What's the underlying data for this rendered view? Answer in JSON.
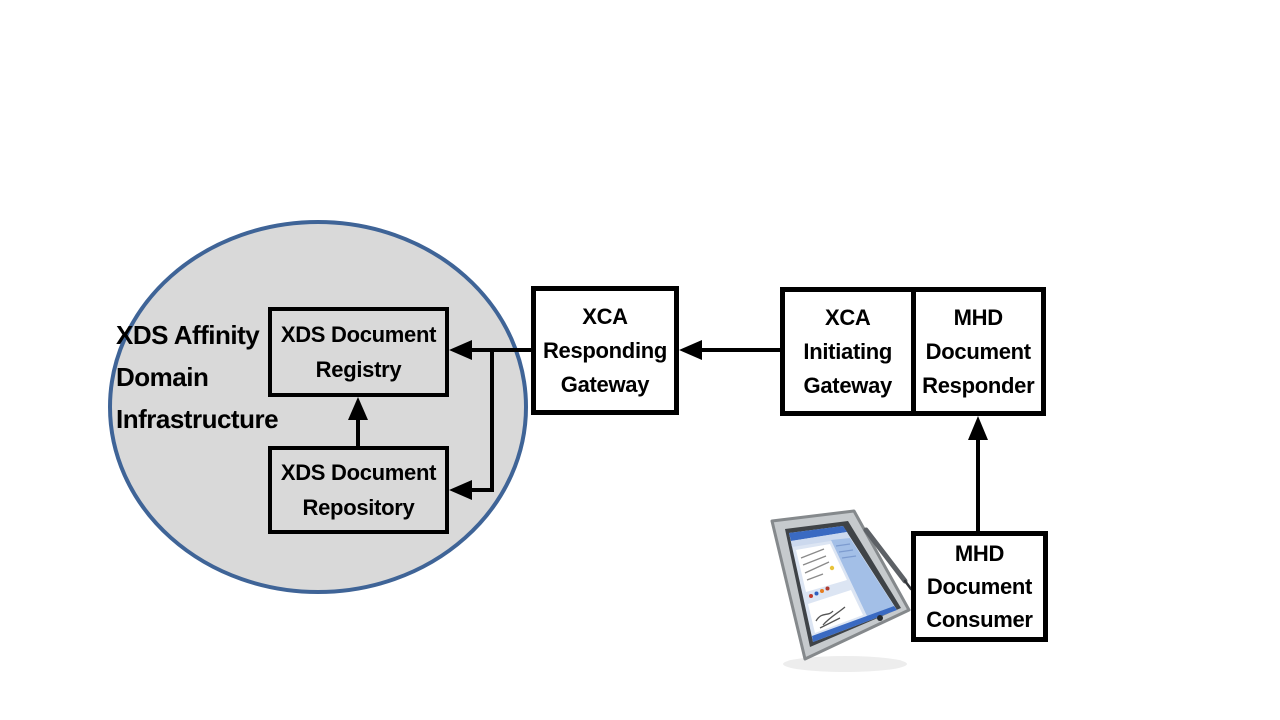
{
  "diagram_title": "",
  "colors": {
    "ellipse_fill": "#d9d9d9",
    "ellipse_stroke": "#3f6497",
    "box_border": "#000000",
    "connector": "#000000",
    "inner_box_fill": "#d9d9d9",
    "outer_box_fill": "#ffffff"
  },
  "affinity_domain": {
    "label": "XDS Affinity\nDomain\nInfrastructure"
  },
  "nodes": {
    "registry": {
      "label": "XDS Document\nRegistry"
    },
    "repository": {
      "label": "XDS Document\nRepository"
    },
    "responding_gateway": {
      "label": "XCA\nResponding\nGateway"
    },
    "initiating_gateway": {
      "label": "XCA\nInitiating\nGateway"
    },
    "document_responder": {
      "label": "MHD\nDocument\nResponder"
    },
    "document_consumer": {
      "label": "MHD\nDocument\nConsumer"
    }
  },
  "connections": [
    {
      "from": "initiating_gateway",
      "to": "responding_gateway",
      "style": "arrow-left"
    },
    {
      "from": "responding_gateway",
      "to": "registry",
      "style": "arrow-left"
    },
    {
      "from": "responding_gateway",
      "to": "repository",
      "style": "arrow-left-branch"
    },
    {
      "from": "repository",
      "to": "registry",
      "style": "arrow-up"
    },
    {
      "from": "document_consumer",
      "to": "document_responder",
      "style": "arrow-up"
    }
  ],
  "icons": {
    "tablet": "tablet-pc-with-stylus"
  }
}
